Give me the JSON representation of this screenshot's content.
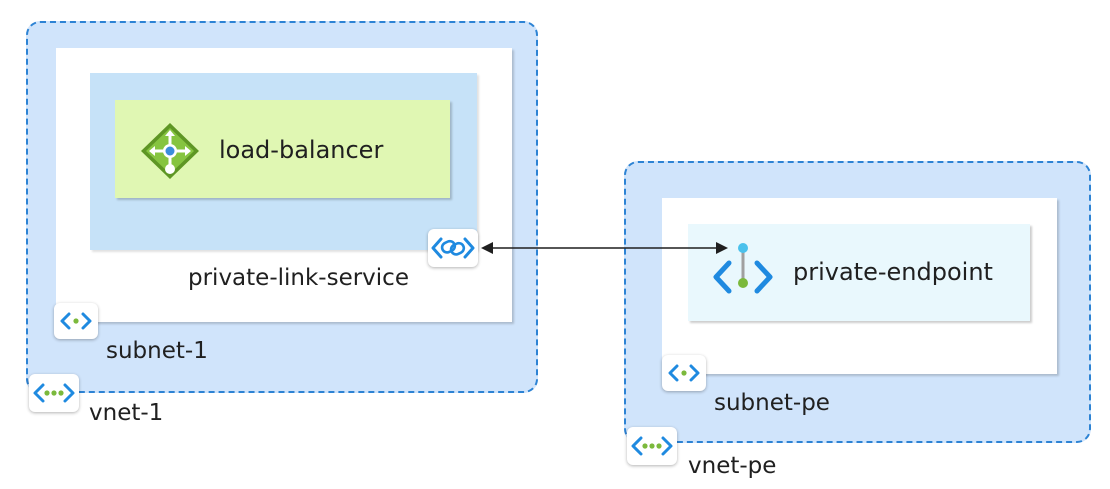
{
  "vnets": [
    {
      "label": "vnet-1",
      "icon": "vnet-icon"
    },
    {
      "label": "vnet-pe",
      "icon": "vnet-icon"
    }
  ],
  "subnets": [
    {
      "label": "subnet-1",
      "icon": "subnet-icon"
    },
    {
      "label": "subnet-pe",
      "icon": "subnet-icon"
    }
  ],
  "private_link_service": {
    "label": "private-link-service",
    "icon": "private-link-icon"
  },
  "load_balancer": {
    "label": "load-balancer",
    "icon": "load-balancer-icon"
  },
  "private_endpoint": {
    "label": "private-endpoint",
    "icon": "private-endpoint-icon"
  },
  "connection": {
    "type": "bidirectional-arrow",
    "from": "private-link-service",
    "to": "private-endpoint"
  },
  "colors": {
    "vnet_fill": "#d0e4fb",
    "vnet_border": "#2d83d4",
    "pls_fill": "#c6e2f8",
    "lb_fill": "#e0f7b3",
    "pe_fill": "#e9f8fd",
    "icon_blue": "#1f8ae0",
    "icon_green": "#7bb93c"
  }
}
